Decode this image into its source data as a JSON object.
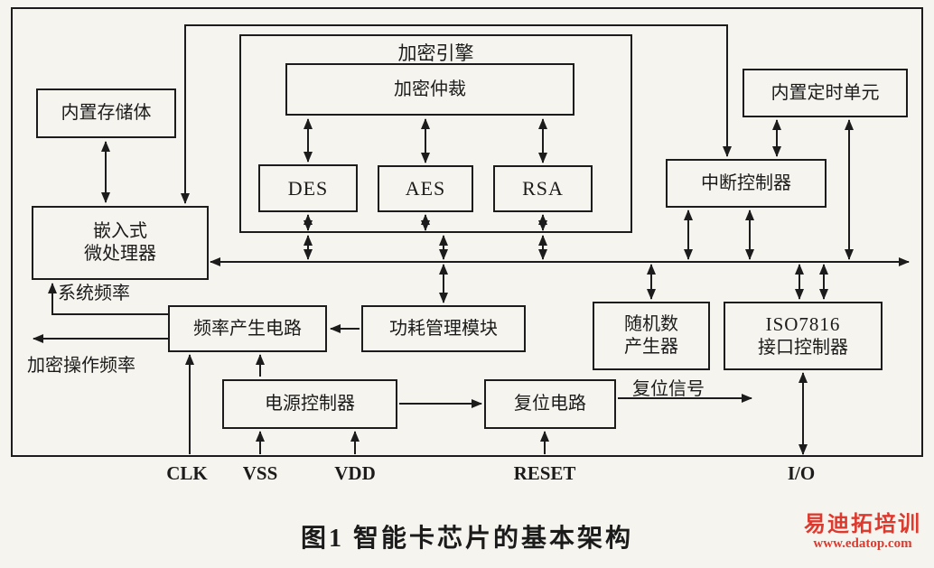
{
  "diagram": {
    "blocks": {
      "memory": {
        "label": "内置存储体"
      },
      "crypto_engine": {
        "label": "加密引擎"
      },
      "crypto_arbiter": {
        "label": "加密仲裁"
      },
      "des": {
        "label": "DES"
      },
      "aes": {
        "label": "AES"
      },
      "rsa": {
        "label": "RSA"
      },
      "timer": {
        "label": "内置定时单元"
      },
      "interrupt_ctrl": {
        "label": "中断控制器"
      },
      "mcu": {
        "line1": "嵌入式",
        "line2": "微处理器"
      },
      "freq_gen": {
        "label": "频率产生电路"
      },
      "power_mgmt": {
        "label": "功耗管理模块"
      },
      "rng": {
        "line1": "随机数",
        "line2": "产生器"
      },
      "iso7816": {
        "line1": "ISO7816",
        "line2": "接口控制器"
      },
      "power_ctrl": {
        "label": "电源控制器"
      },
      "reset_circuit": {
        "label": "复位电路"
      }
    },
    "signal_labels": {
      "system_freq": "系统频率",
      "crypto_freq": "加密操作频率",
      "reset_signal": "复位信号"
    },
    "pins": {
      "clk": "CLK",
      "vss": "VSS",
      "vdd": "VDD",
      "reset": "RESET",
      "io": "I/O"
    }
  },
  "caption": "图1  智能卡芯片的基本架构",
  "watermark": {
    "title": "易迪拓培训",
    "url": "www.edatop.com"
  },
  "colors": {
    "line": "#1c1c1c",
    "watermark": "#dd3a2f"
  }
}
